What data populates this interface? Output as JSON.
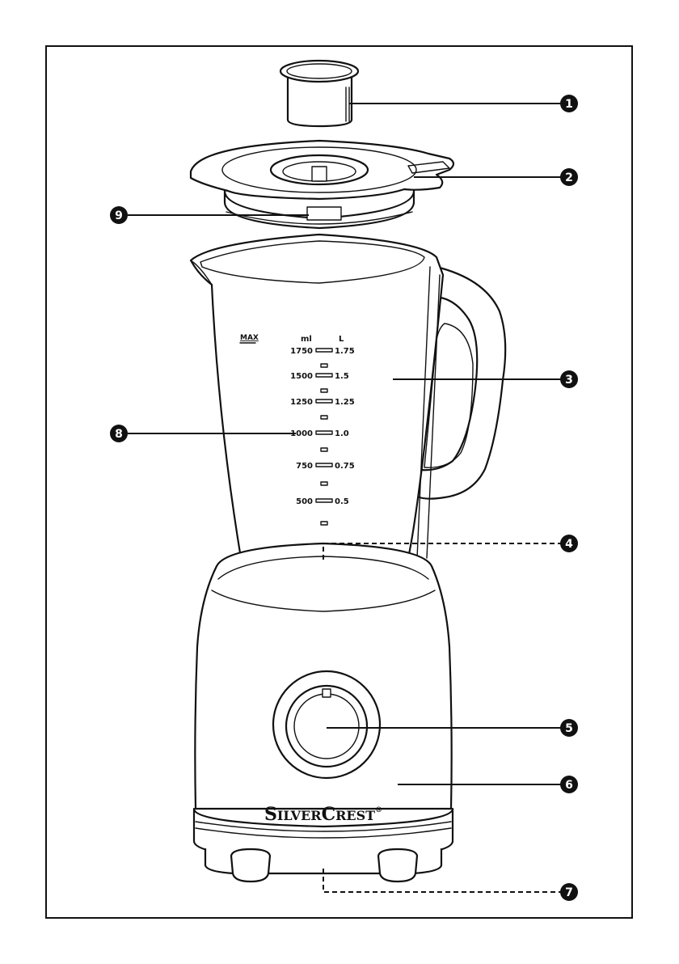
{
  "brand": {
    "name_big_s": "S",
    "name_rest_1": "ILVER",
    "name_big_c": "C",
    "name_rest_2": "REST",
    "registered": "®"
  },
  "jug": {
    "max_label": "MAX",
    "ml_header": "ml",
    "l_header": "L",
    "scale": [
      {
        "ml": "1750",
        "l": "1.75"
      },
      {
        "ml": "1500",
        "l": "1.5"
      },
      {
        "ml": "1250",
        "l": "1.25"
      },
      {
        "ml": "1000",
        "l": "1.0"
      },
      {
        "ml": "750",
        "l": "0.75"
      },
      {
        "ml": "500",
        "l": "0.5"
      }
    ]
  },
  "callouts": [
    {
      "number": "1",
      "part": "measuring-cup"
    },
    {
      "number": "2",
      "part": "lid"
    },
    {
      "number": "3",
      "part": "jug"
    },
    {
      "number": "4",
      "part": "jug-base"
    },
    {
      "number": "5",
      "part": "control-knob"
    },
    {
      "number": "6",
      "part": "motor-base"
    },
    {
      "number": "7",
      "part": "feet"
    },
    {
      "number": "8",
      "part": "scale"
    },
    {
      "number": "9",
      "part": "lid-seal"
    }
  ]
}
